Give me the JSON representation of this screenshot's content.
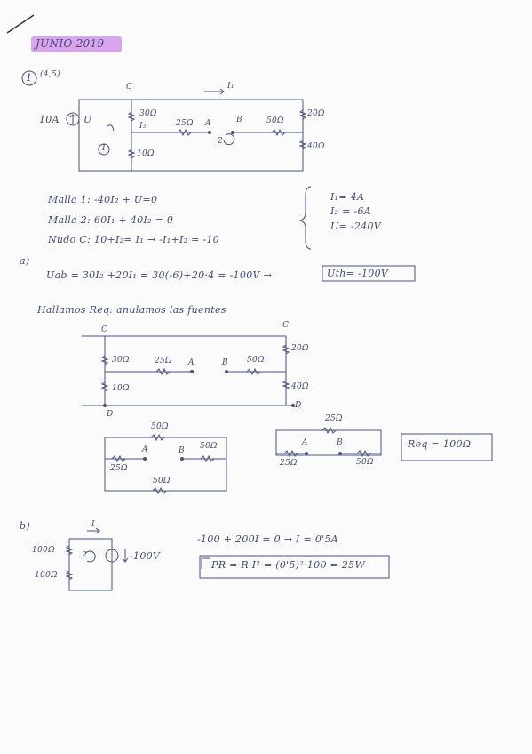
{
  "header": {
    "title": "JUNIO 2019"
  },
  "problem": {
    "number": "1",
    "points": "(4,5)"
  },
  "circuit1": {
    "source_current": "10A",
    "source_voltage": "U",
    "node_c": "C",
    "current_top": "I₁",
    "r30": "30Ω",
    "r25": "25Ω",
    "r50": "50Ω",
    "r20": "20Ω",
    "r10": "10Ω",
    "r40": "40Ω",
    "node_a": "A",
    "node_b": "B",
    "current_i2": "I₂",
    "mesh1": "1",
    "mesh2": "2"
  },
  "equations": [
    "Malla 1: -40I₂ + U=0",
    "Malla 2: 60I₁ + 40I₂ = 0",
    "Nudo C: 10+I₂= I₁ → -I₁+I₂ = -10"
  ],
  "results": [
    "I₁= 4A",
    "I₂ = -6A",
    "U= -240V"
  ],
  "part_a": {
    "label": "a)",
    "uab": "Uab = 30I₂ +20I₁ = 30(-6)+20·4 = -100V →",
    "uth": "Uth= -100V",
    "req_caption": "Hallamos Req: anulamos las fuentes"
  },
  "circuit2": {
    "node_c_left": "C",
    "node_c_right": "C",
    "node_d_left": "D",
    "node_d_right": "D",
    "r30": "30Ω",
    "r25": "25Ω",
    "r50": "50Ω",
    "r20": "20Ω",
    "r10": "10Ω",
    "r40": "40Ω",
    "node_a": "A",
    "node_b": "B"
  },
  "circuit3": {
    "r50top": "50Ω",
    "r50right": "50Ω",
    "r25": "25Ω",
    "r50bottom": "50Ω",
    "node_a": "A",
    "node_b": "B"
  },
  "circuit4": {
    "r25top": "25Ω",
    "r25": "25Ω",
    "r50": "50Ω",
    "node_a": "A",
    "node_b": "B"
  },
  "req_result": "Req = 100Ω",
  "part_b": {
    "label": "b)",
    "current": "I",
    "r100a": "100Ω",
    "r100b": "100Ω",
    "mesh": "2",
    "source": "-100V",
    "eq1": "-100 + 200I = 0 → I = 0'5A",
    "pr": "PR = R·I² = (0'5)²·100 = 25W"
  }
}
